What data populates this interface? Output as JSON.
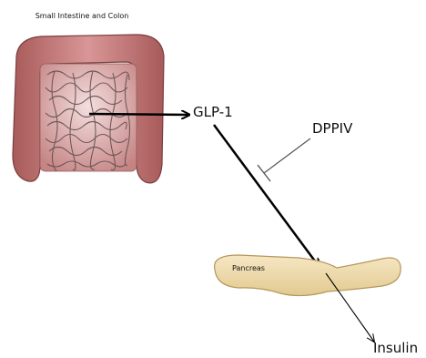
{
  "diagram": {
    "nodes": {
      "intestine": {
        "label": "Small Intestine and Colon",
        "icon": "intestine-icon"
      },
      "glp1": {
        "label": "GLP-1"
      },
      "dppiv": {
        "label": "DPPIV"
      },
      "pancreas": {
        "label": "Pancreas",
        "icon": "pancreas-icon"
      },
      "insulin": {
        "label": "Insulin"
      }
    },
    "edges": [
      {
        "from": "intestine",
        "to": "glp1",
        "type": "stimulates"
      },
      {
        "from": "glp1",
        "to": "pancreas",
        "type": "stimulates"
      },
      {
        "from": "dppiv",
        "to": "glp1",
        "type": "inhibits"
      },
      {
        "from": "pancreas",
        "to": "insulin",
        "type": "secretes"
      }
    ],
    "colors": {
      "intestine_outer": "#c97b7b",
      "intestine_inner": "#e3c9c9",
      "pancreas_fill": "#f0deb4",
      "arrow": "#000000"
    }
  }
}
